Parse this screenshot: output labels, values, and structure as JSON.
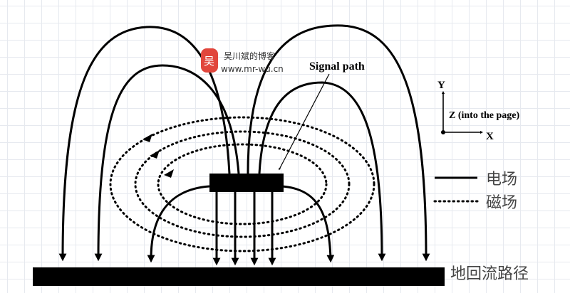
{
  "watermark": {
    "name": "吴川斌的博客",
    "url": "www.mr-wu.cn",
    "logo_char": "吴",
    "logo_color": "#e1463c"
  },
  "labels": {
    "signal_path": "Signal path",
    "axis_y": "Y",
    "axis_x": "X",
    "axis_z": "Z (into the page)"
  },
  "legend": {
    "electric_field": "电场",
    "magnetic_field": "磁场"
  },
  "ground_return": "地回流路径",
  "colors": {
    "ink": "#000000",
    "handwriting": "#444444"
  }
}
